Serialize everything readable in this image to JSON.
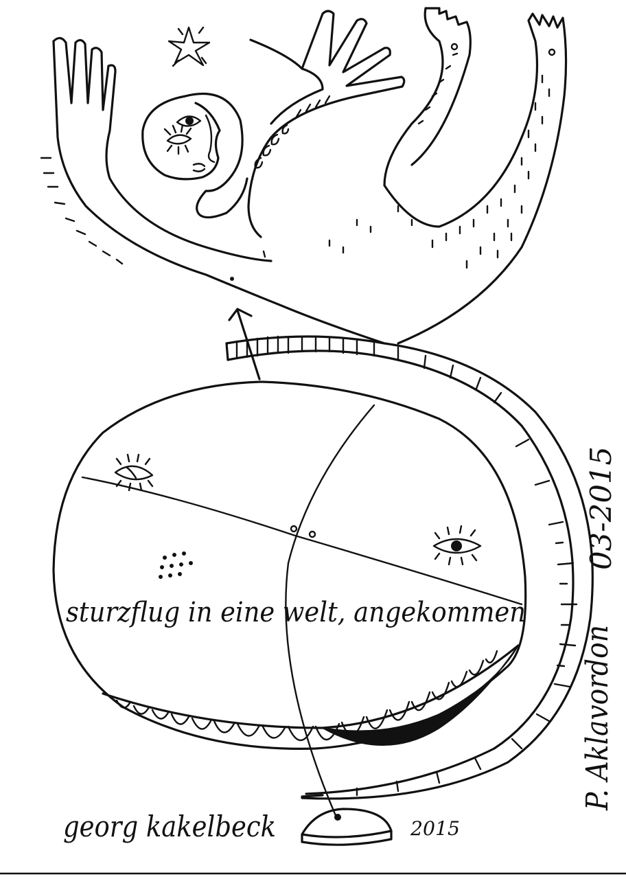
{
  "artwork": {
    "caption": "sturzflug in eine welt, angekommen",
    "dedication": "P. Aklavordon",
    "date": "03-2015",
    "artist_signature": "georg kakelbeck",
    "year": "2015"
  },
  "colors": {
    "ink": "#111111",
    "paper": "#ffffff"
  }
}
